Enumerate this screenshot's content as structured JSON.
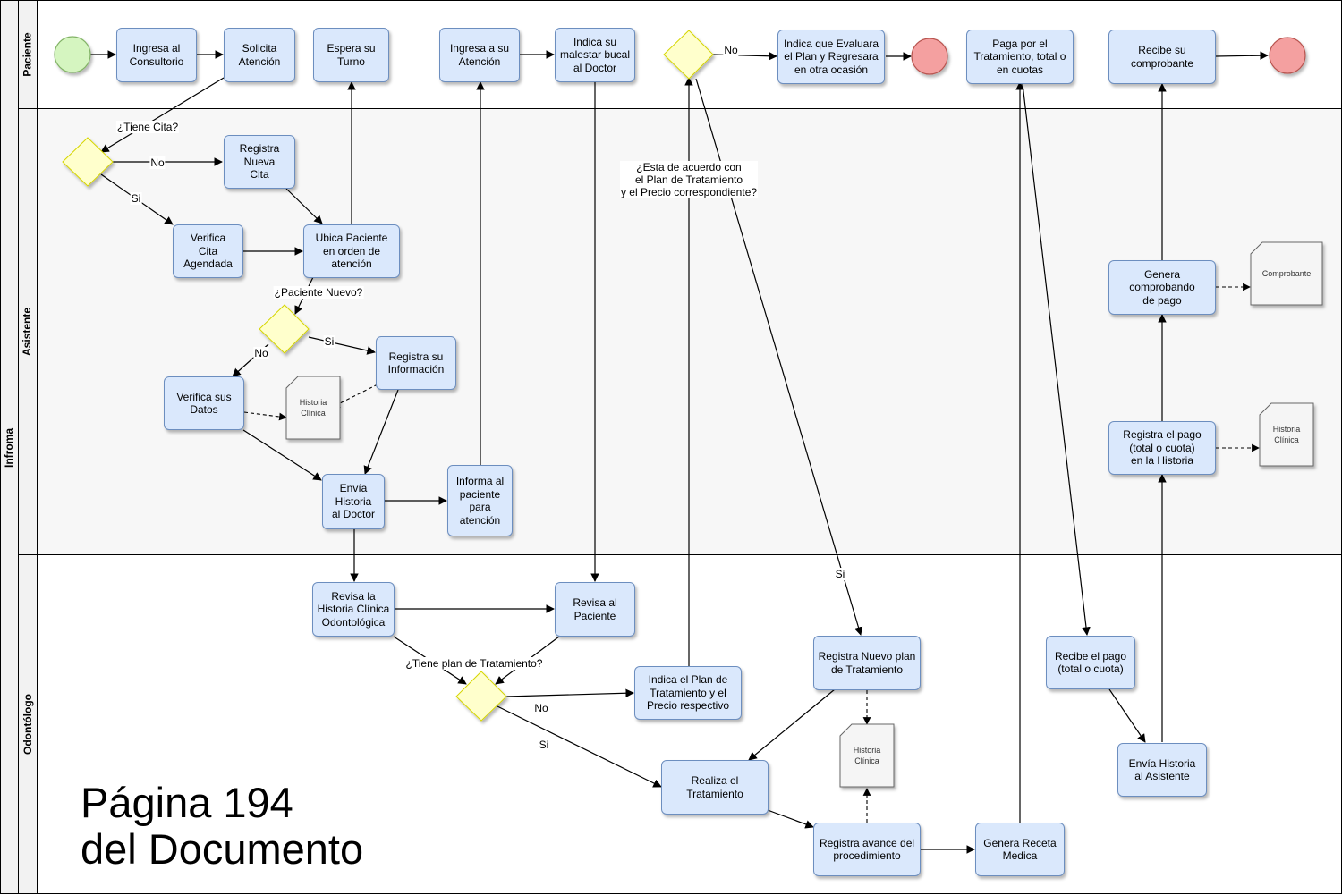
{
  "pool": {
    "label": "Infroma"
  },
  "lanes": [
    {
      "id": "paciente",
      "label": "Paciente"
    },
    {
      "id": "asistente",
      "label": "Asistente"
    },
    {
      "id": "odontologo",
      "label": "Odontólogo"
    }
  ],
  "tasks": {
    "ingresa_consultorio": "Ingresa al\nConsultorio",
    "solicita_atencion": "Solicita\nAtención",
    "espera_turno": "Espera su\nTurno",
    "ingresa_atencion": "Ingresa a su\nAtención",
    "indica_malestar": "Indica su\nmalestar bucal\nal Doctor",
    "indica_evaluara": "Indica que Evaluara\nel Plan y Regresara\nen otra ocasión",
    "paga_tratamiento": "Paga por el\nTratamiento, total o\nen cuotas",
    "recibe_comprobante": "Recibe su\ncomprobante",
    "registra_nueva_cita": "Registra\nNueva\nCita",
    "verifica_cita": "Verifica\nCita\nAgendada",
    "ubica_paciente": "Ubica Paciente\nen orden de\natención",
    "registra_informacion": "Registra su\nInformación",
    "verifica_datos": "Verifica sus\nDatos",
    "envia_historia_doctor": "Envía\nHistoria\nal Doctor",
    "informa_paciente": "Informa al\npaciente\npara\natención",
    "genera_comprobante": "Genera\ncomprobando\nde pago",
    "registra_pago": "Registra el pago\n(total o cuota)\nen la Historia",
    "revisa_historia": "Revisa la\nHistoria Clínica\nOdontológica",
    "revisa_paciente": "Revisa al\nPaciente",
    "indica_plan": "Indica el Plan de\nTratamiento y el\nPrecio respectivo",
    "registra_nuevo_plan": "Registra Nuevo plan\nde Tratamiento",
    "realiza_tratamiento": "Realiza el\nTratamiento",
    "registra_avance": "Registra avance del\nprocedimiento",
    "genera_receta": "Genera Receta\nMedica",
    "recibe_pago": "Recibe el pago\n(total o cuota)",
    "envia_historia_asistente": "Envía Historia\nal Asistente"
  },
  "documents": {
    "historia_1": "Historia\nClínica",
    "historia_2": "Historia\nClínica",
    "historia_3": "Historia\nClínica",
    "comprobante": "Comprobante"
  },
  "edge_labels": {
    "tiene_cita": "¿Tiene Cita?",
    "no_cita": "No",
    "si_cita": "Si",
    "paciente_nuevo": "¿Paciente Nuevo?",
    "si_nuevo": "Si",
    "no_nuevo": "No",
    "tiene_plan": "¿Tiene plan de Tratamiento?",
    "no_plan": "No",
    "si_plan": "Si",
    "acuerdo": "¿Esta de acuerdo con\nel Plan de Tratamiento\ny el Precio correspondiente?",
    "no_acuerdo": "No",
    "si_acuerdo": "Si"
  },
  "page_note": "Página 194\ndel Documento",
  "colors": {
    "task_fill": "#dae8fc",
    "task_stroke": "#6c8ebf",
    "start_fill": "#d5f5c0",
    "start_stroke": "#82b366",
    "end_fill": "#f4a0a0",
    "end_stroke": "#b85450",
    "gateway_fill": "#ffffcc",
    "gateway_stroke": "#d6d600",
    "doc_fill": "#f5f5f5",
    "lane_header_fill": "#f2f2f2"
  }
}
